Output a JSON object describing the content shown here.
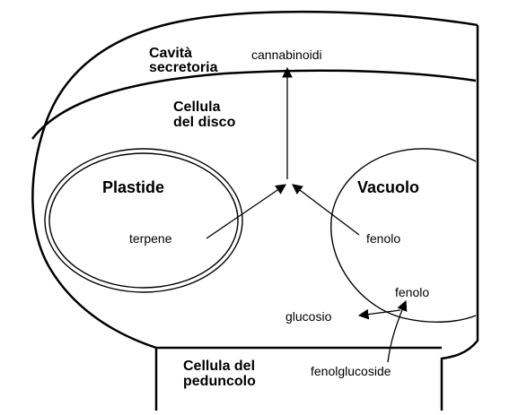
{
  "labels": {
    "secretory_cavity_line1": "Cavità",
    "secretory_cavity_line2": "secretoria",
    "disc_cell_line1": "Cellula",
    "disc_cell_line2": "del disco",
    "plastid": "Plastide",
    "vacuole": "Vacuolo",
    "stalk_cell_line1": "Cellula del",
    "stalk_cell_line2": "peduncolo"
  },
  "molecules": {
    "cannabinoids": "cannabinoidi",
    "terpene": "terpene",
    "phenol_cytoplasm": "fenolo",
    "phenol_vacuole": "fenolo",
    "glucose": "glucosio",
    "phenol_glucoside": "fenolglucoside"
  }
}
